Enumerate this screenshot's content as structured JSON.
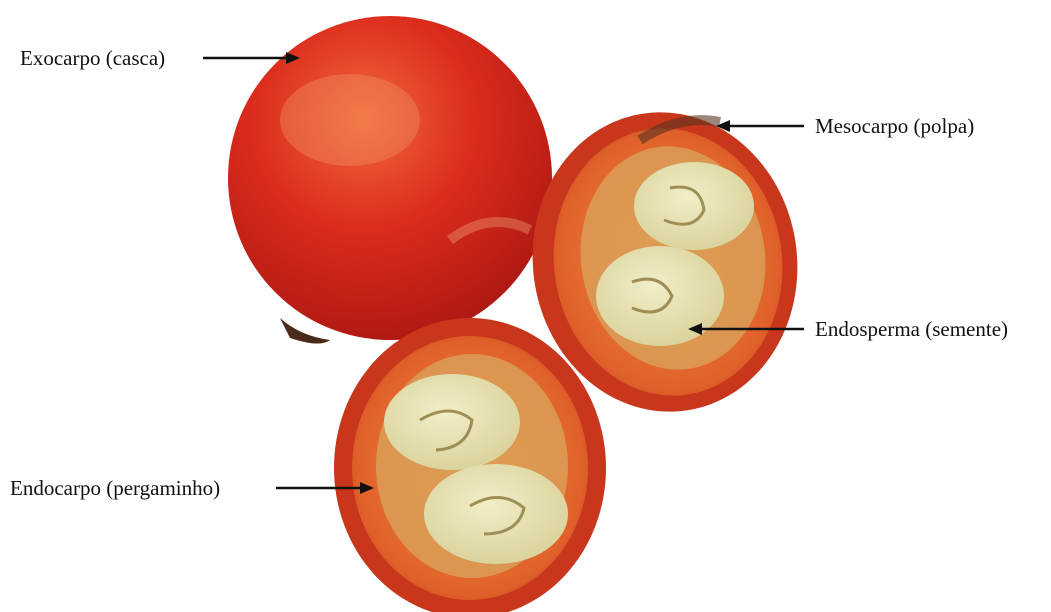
{
  "labels": {
    "exocarp": "Exocarpo (casca)",
    "mesocarp": "Mesocarpo (polpa)",
    "endosperm": "Endosperma (semente)",
    "endocarp": "Endocarpo (pergaminho)"
  },
  "colors": {
    "background": "#ffffff",
    "skin_red": "#d9281c",
    "skin_dark": "#b01a14",
    "pulp_orange": "#e8782f",
    "parchment": "#d9a15a",
    "seed": "#e6e1b4",
    "arrow": "#111111"
  }
}
